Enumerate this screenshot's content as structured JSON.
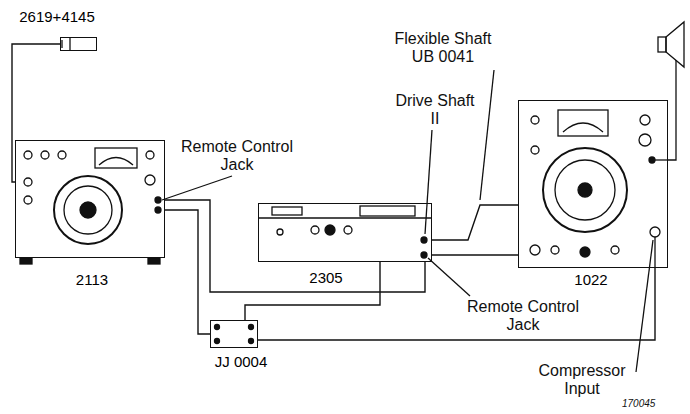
{
  "diagram": {
    "nodes": [
      {
        "text": [
          "2619+4145"
        ]
      },
      {
        "text": [
          "2113"
        ]
      },
      {
        "text": [
          "2305"
        ]
      },
      {
        "text": [
          "1022"
        ]
      },
      {
        "text": [
          "JJ 0004"
        ]
      }
    ],
    "edges": [
      {
        "from": 0,
        "to": 1,
        "arrow": "none"
      },
      {
        "from": 1,
        "to": 2,
        "arrow": "none"
      },
      {
        "from": 1,
        "to": 4,
        "arrow": "none"
      },
      {
        "from": 2,
        "to": 4,
        "arrow": "none"
      },
      {
        "from": 4,
        "to": 3,
        "arrow": "none"
      },
      {
        "from": 2,
        "to": 3,
        "arrow": "none"
      },
      {
        "from": 2,
        "to": 3,
        "arrow": "none"
      }
    ],
    "labels": [
      "Flexible Shaft UB 0041",
      "Remote Control Jack",
      "Drive Shaft II",
      "Remote Control Jack",
      "Compressor Input",
      "170045"
    ]
  }
}
